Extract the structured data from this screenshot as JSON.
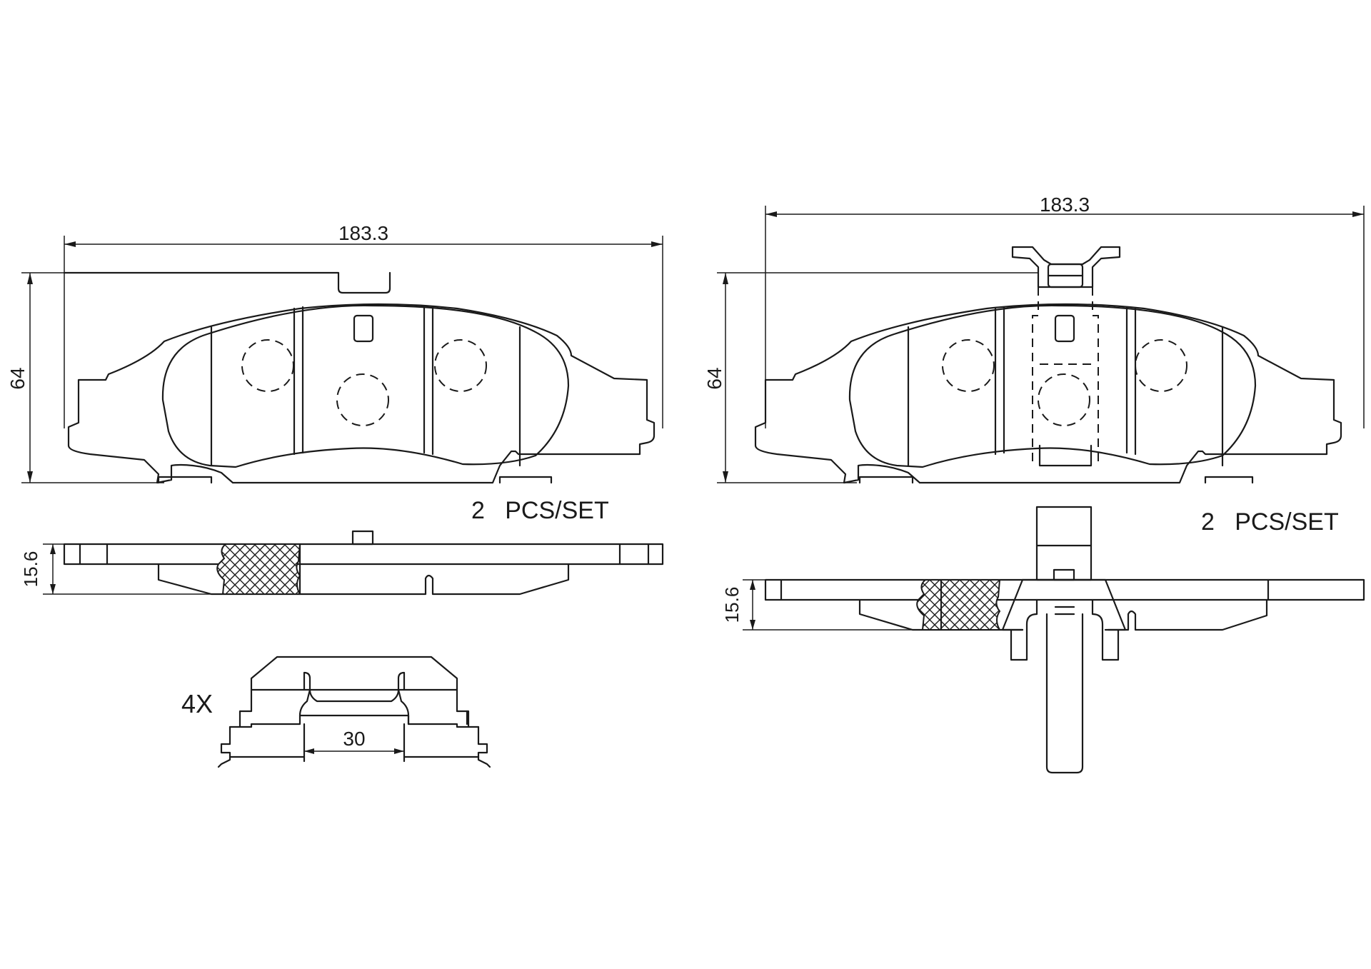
{
  "left_pad": {
    "width_label": "183.3",
    "height_label": "64",
    "qty_label": "2   PCS/SET",
    "thickness_label": "15.6"
  },
  "clip": {
    "qty_label": "4X",
    "width_label": "30"
  },
  "right_pad": {
    "width_label": "183.3",
    "height_label": "64",
    "qty_label": "2   PCS/SET",
    "thickness_label": "15.6"
  }
}
